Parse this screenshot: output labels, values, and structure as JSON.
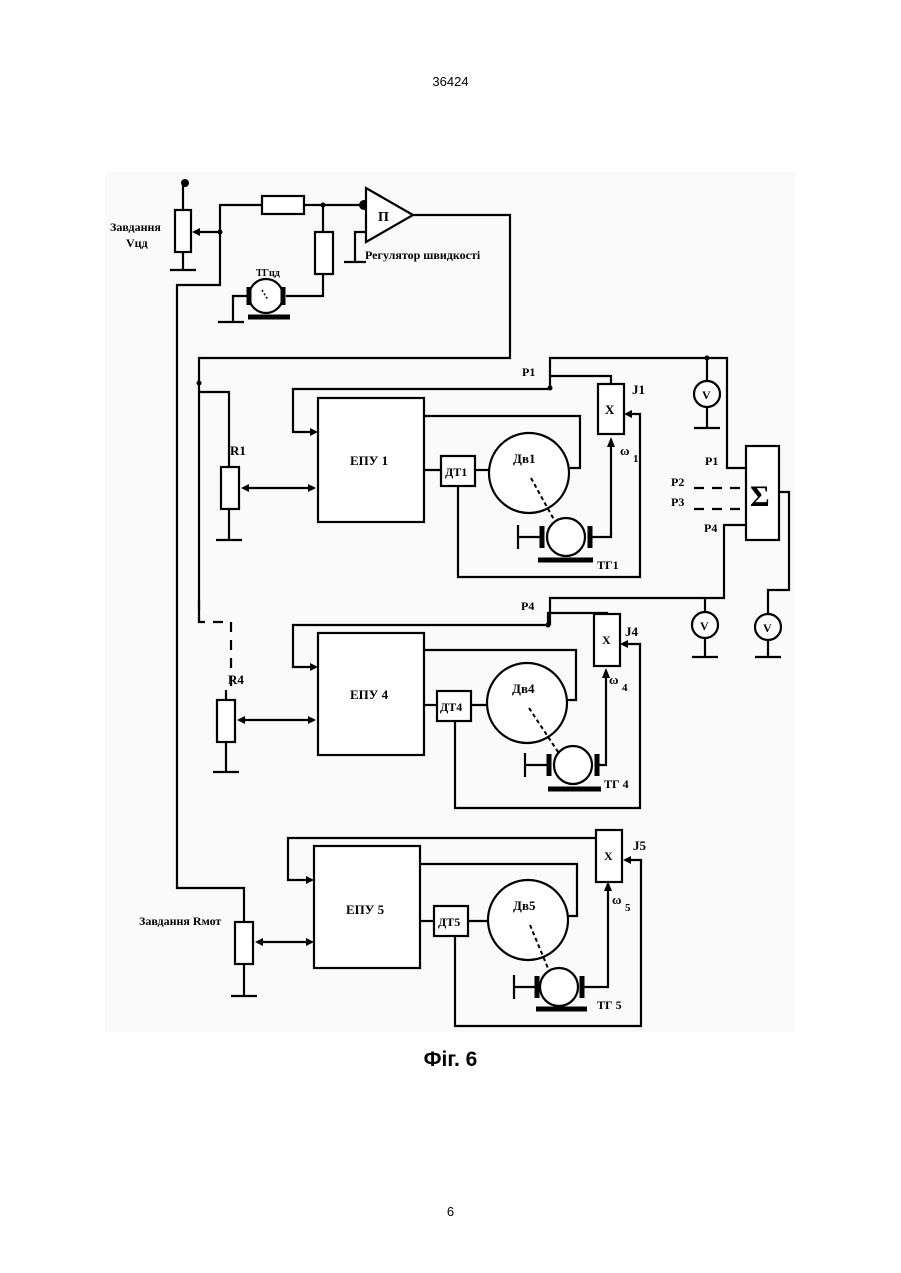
{
  "document": {
    "doc_number": "36424",
    "page_number": "6",
    "figure_caption": "Фіг. 6"
  },
  "diagram": {
    "speed_setpoint_label_line1": "Завдання",
    "speed_setpoint_label_line2": "Vцд",
    "tachogen_master_label": "ТГцд",
    "amplifier_label": "П",
    "speed_regulator_label": "Регулятор швидкості",
    "r1_label": "R1",
    "r4_label": "R4",
    "torque_setpoint_label": "Завдання Rмот",
    "channel1": {
      "epu": "ЕПУ 1",
      "dt": "ДТ1",
      "motor": "Дв1",
      "tg": "ТГ1",
      "mult": "X",
      "j": "J1",
      "omega": "ω",
      "omega_sub": "1",
      "p_label": "P1"
    },
    "channel4": {
      "epu": "ЕПУ 4",
      "dt": "ДТ4",
      "motor": "Дв4",
      "tg": "ТГ 4",
      "mult": "X",
      "j": "J4",
      "omega": "ω",
      "omega_sub": "4",
      "p_label": "P4"
    },
    "channel5": {
      "epu": "ЕПУ 5",
      "dt": "ДТ5",
      "motor": "Дв5",
      "tg": "ТГ 5",
      "mult": "X",
      "j": "J5",
      "omega": "ω",
      "omega_sub": "5"
    },
    "summator": {
      "symbol": "Σ",
      "in1": "P1",
      "in2": "P2",
      "in3": "P3",
      "in4": "P4"
    },
    "voltmeter_label": "V"
  }
}
